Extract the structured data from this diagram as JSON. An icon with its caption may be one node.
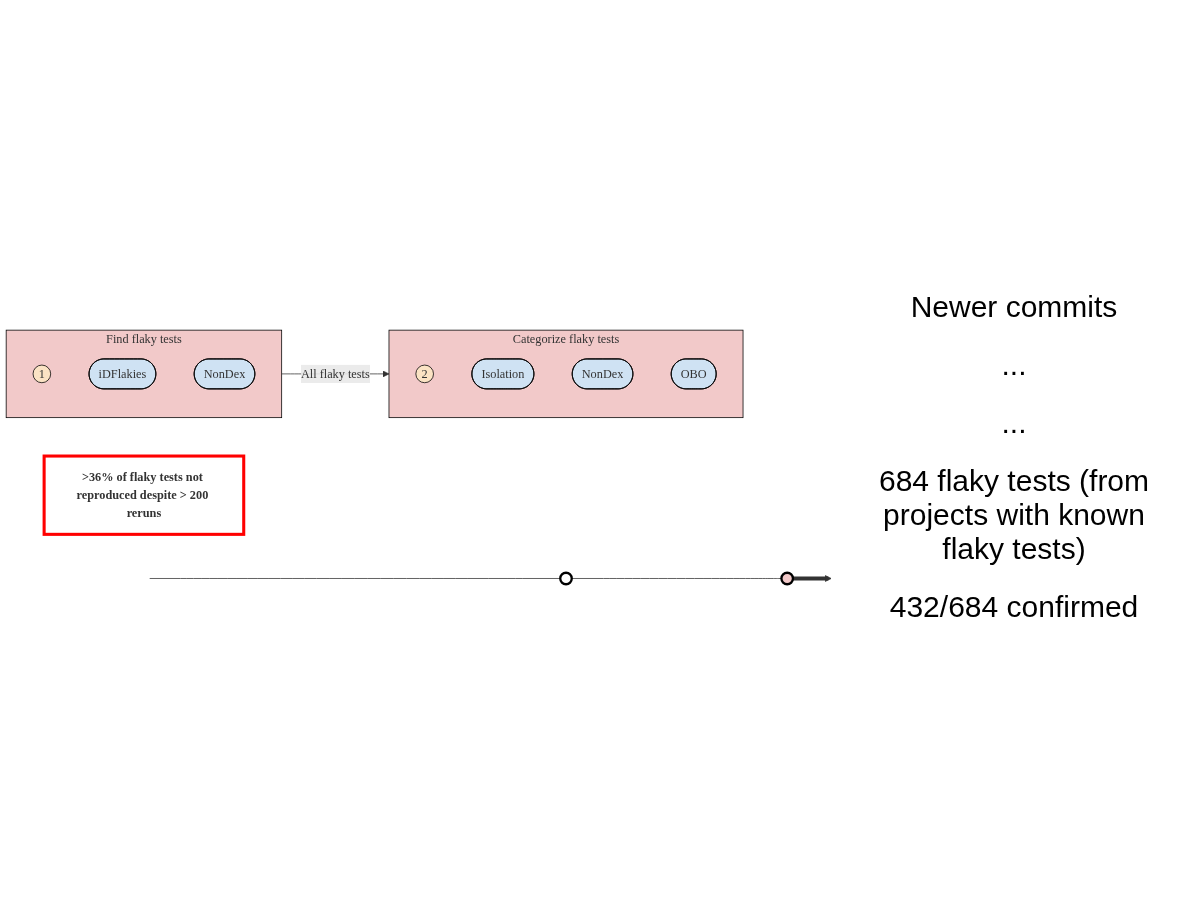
{
  "diagram": {
    "nodes": [
      {
        "text": [],
        "shape": "circle"
      },
      {
        "text": [],
        "shape": "circle"
      },
      {
        "text": [
          "Find flaky tests"
        ]
      },
      {
        "text": [
          "1"
        ],
        "in": 2
      },
      {
        "text": [
          "iDFlakies"
        ],
        "in": 2
      },
      {
        "text": [
          "NonDex"
        ],
        "in": 2
      },
      {
        "text": [
          "Categorize flaky tests"
        ]
      },
      {
        "text": [
          "2"
        ],
        "in": 6
      },
      {
        "text": [
          "Isolation"
        ],
        "in": 6
      },
      {
        "text": [
          "NonDex"
        ],
        "in": 6
      },
      {
        "text": [
          "OBO"
        ],
        "in": 6
      },
      {
        "text": [
          ">36% of flaky tests not reproduced despite > 200 reruns"
        ]
      }
    ],
    "edges": [
      {
        "from": null,
        "to": 0,
        "arrow": "none"
      },
      {
        "from": 0,
        "to": 1,
        "arrow": "none"
      },
      {
        "from": 1,
        "to": null,
        "arrow": "to",
        "style": "thick"
      },
      {
        "from": 2,
        "to": 6,
        "label": "All flaky tests",
        "arrow": "to"
      }
    ],
    "labels": [
      "Newer commits",
      "...",
      "...",
      "684 flaky tests (from projects with known flaky tests)",
      "432/684 confirmed"
    ]
  }
}
